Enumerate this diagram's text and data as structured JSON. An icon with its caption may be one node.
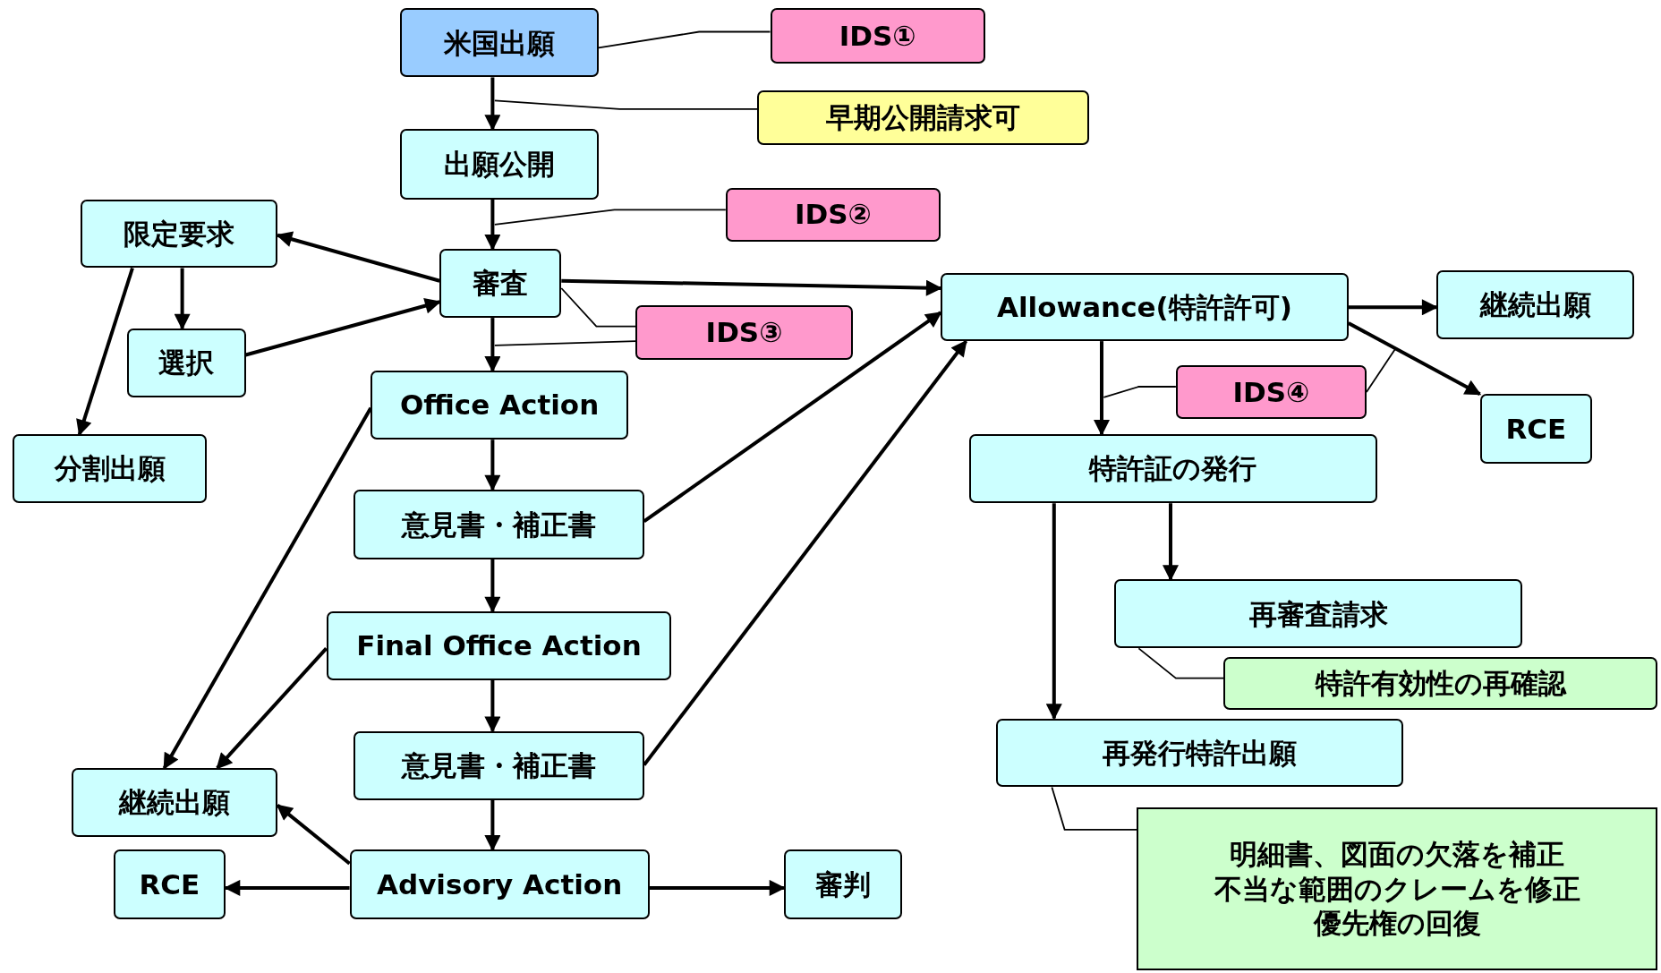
{
  "diagram": {
    "nodes": [
      {
        "text": [
          "米国出願"
        ]
      },
      {
        "text": [
          "IDS①"
        ]
      },
      {
        "text": [
          "早期公開請求可"
        ]
      },
      {
        "text": [
          "出願公開"
        ]
      },
      {
        "text": [
          "IDS②"
        ]
      },
      {
        "text": [
          "限定要求"
        ]
      },
      {
        "text": [
          "審査"
        ]
      },
      {
        "text": [
          "Allowance(特許許可)"
        ]
      },
      {
        "text": [
          "継続出願"
        ]
      },
      {
        "text": [
          "選択"
        ]
      },
      {
        "text": [
          "IDS③"
        ]
      },
      {
        "text": [
          "Office Action"
        ]
      },
      {
        "text": [
          "IDS④"
        ]
      },
      {
        "text": [
          "RCE"
        ]
      },
      {
        "text": [
          "分割出願"
        ]
      },
      {
        "text": [
          "特許証の発行"
        ]
      },
      {
        "text": [
          "意見書・補正書"
        ]
      },
      {
        "text": [
          "再審査請求"
        ]
      },
      {
        "text": [
          "Final Office Action"
        ]
      },
      {
        "text": [
          "特許有効性の再確認"
        ]
      },
      {
        "text": [
          "再発行特許出願"
        ]
      },
      {
        "text": [
          "意見書・補正書"
        ]
      },
      {
        "text": [
          "継続出願"
        ]
      },
      {
        "text": [
          "明細書、図面の欠落を補正",
          "不当な範囲のクレームを修正",
          "優先権の回復"
        ]
      },
      {
        "text": [
          "RCE"
        ]
      },
      {
        "text": [
          "Advisory Action"
        ]
      },
      {
        "text": [
          "審判"
        ]
      }
    ],
    "edges": [
      {
        "from": 0,
        "to": 3,
        "arrow": "to"
      },
      {
        "from": 3,
        "to": 6,
        "arrow": "to"
      },
      {
        "from": 6,
        "to": 5,
        "arrow": "to"
      },
      {
        "from": 5,
        "to": 9,
        "arrow": "to"
      },
      {
        "from": 5,
        "to": 14,
        "arrow": "to"
      },
      {
        "from": 9,
        "to": 6,
        "arrow": "to"
      },
      {
        "from": 6,
        "to": 7,
        "arrow": "to"
      },
      {
        "from": 6,
        "to": 11,
        "arrow": "to"
      },
      {
        "from": 11,
        "to": 16,
        "arrow": "to"
      },
      {
        "from": 16,
        "to": 7,
        "arrow": "to"
      },
      {
        "from": 16,
        "to": 18,
        "arrow": "to"
      },
      {
        "from": 18,
        "to": 21,
        "arrow": "to"
      },
      {
        "from": 21,
        "to": 7,
        "arrow": "to"
      },
      {
        "from": 21,
        "to": 25,
        "arrow": "to"
      },
      {
        "from": 11,
        "to": 22,
        "arrow": "to"
      },
      {
        "from": 18,
        "to": 22,
        "arrow": "to"
      },
      {
        "from": 25,
        "to": 22,
        "arrow": "to"
      },
      {
        "from": 25,
        "to": 24,
        "arrow": "to"
      },
      {
        "from": 25,
        "to": 26,
        "arrow": "to"
      },
      {
        "from": 7,
        "to": 8,
        "arrow": "to"
      },
      {
        "from": 7,
        "to": 13,
        "arrow": "to"
      },
      {
        "from": 7,
        "to": 15,
        "arrow": "to"
      },
      {
        "from": 15,
        "to": 17,
        "arrow": "to"
      },
      {
        "from": 15,
        "to": 20,
        "arrow": "to"
      },
      {
        "from": 1,
        "to": 0,
        "arrow": "none"
      },
      {
        "from": 2,
        "to": null,
        "arrow": "none"
      },
      {
        "from": 4,
        "to": null,
        "arrow": "none"
      },
      {
        "from": 10,
        "to": 6,
        "arrow": "none"
      },
      {
        "from": 10,
        "to": null,
        "arrow": "none"
      },
      {
        "from": 12,
        "to": null,
        "arrow": "none"
      },
      {
        "from": 12,
        "to": null,
        "arrow": "none"
      },
      {
        "from": 19,
        "to": 17,
        "arrow": "none"
      },
      {
        "from": 23,
        "to": 20,
        "arrow": "none"
      }
    ]
  }
}
